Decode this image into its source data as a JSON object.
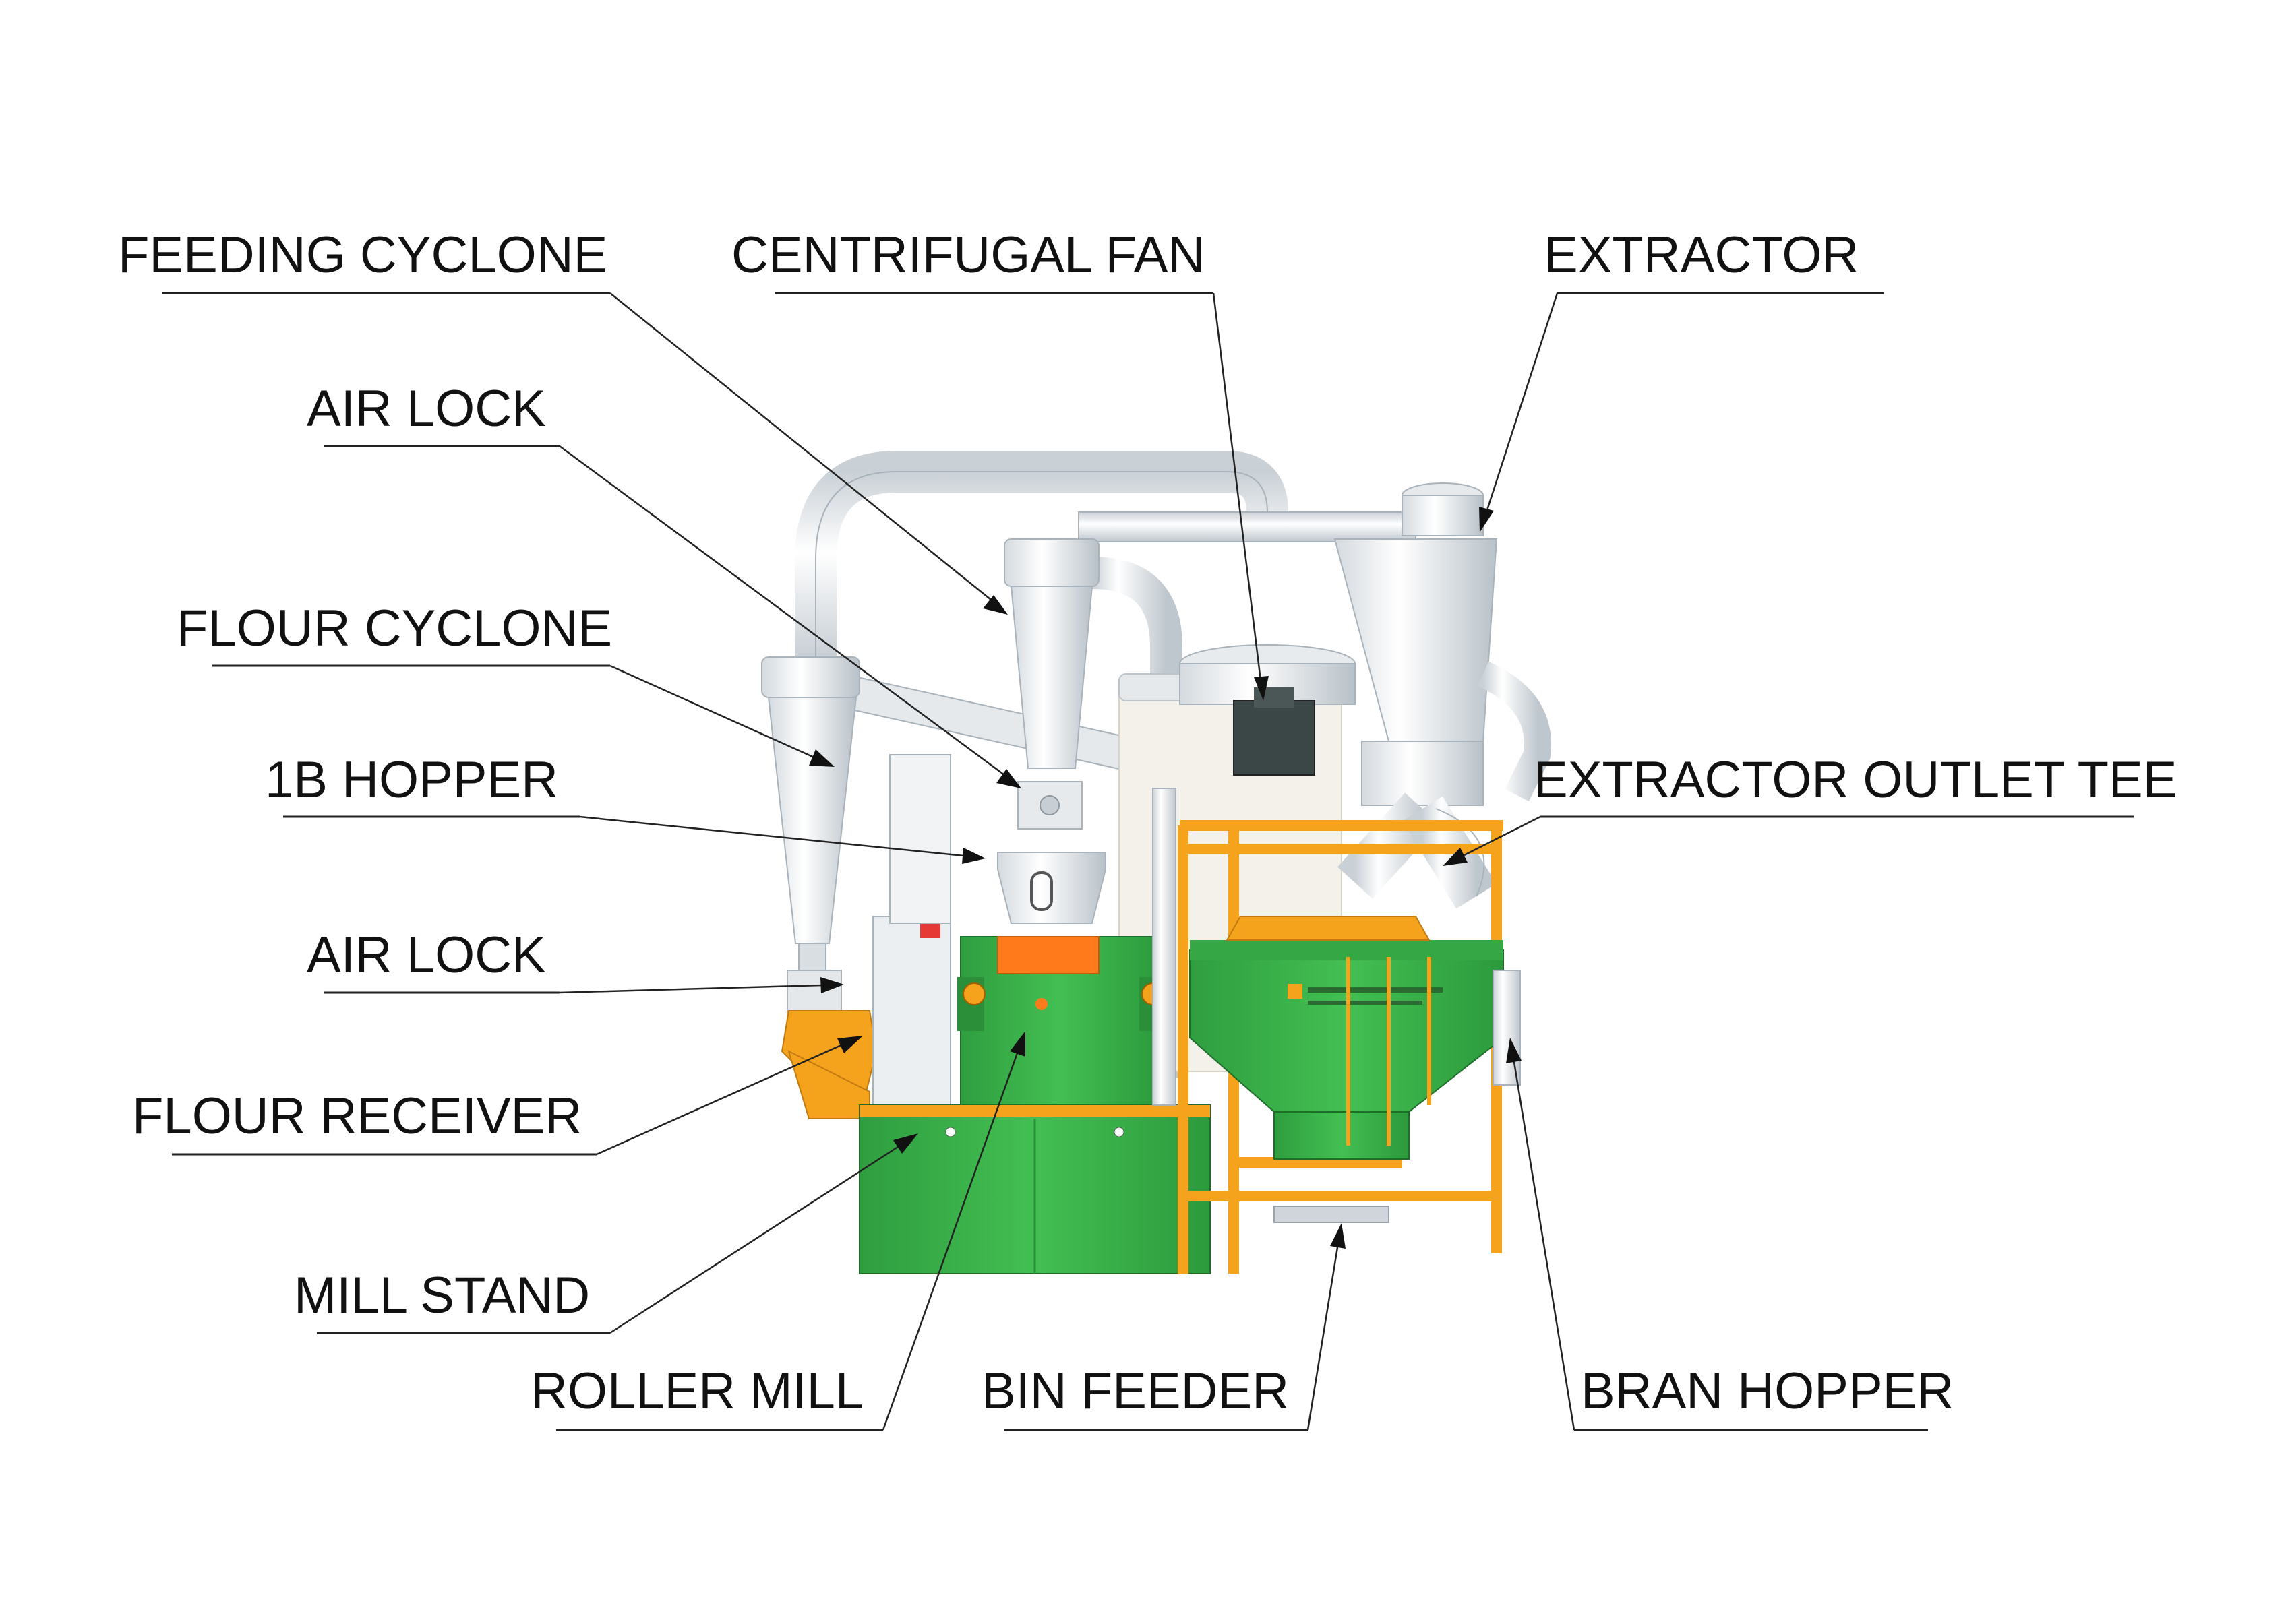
{
  "diagram": {
    "labels": {
      "feeding_cyclone": "FEEDING CYCLONE",
      "centrifugal_fan": "CENTRIFUGAL FAN",
      "extractor": "EXTRACTOR",
      "air_lock_top": "AIR LOCK",
      "flour_cyclone": "FLOUR CYCLONE",
      "hopper_1b": "1B HOPPER",
      "extractor_outlet_tee": "EXTRACTOR OUTLET TEE",
      "air_lock_bottom": "AIR LOCK",
      "flour_receiver": "FLOUR RECEIVER",
      "mill_stand": "MILL STAND",
      "roller_mill": "ROLLER MILL",
      "bin_feeder": "BIN FEEDER",
      "bran_hopper": "BRAN HOPPER"
    },
    "colors": {
      "steel_white": "#eef1f3",
      "steel_shade": "#c9d0d6",
      "machine_green": "#3bb54a",
      "green_shade": "#2a8f38",
      "frame_orange": "#f5a21c",
      "panel_orange": "#ff7a1a",
      "motor_dark": "#33403f",
      "line": "#222222"
    }
  }
}
